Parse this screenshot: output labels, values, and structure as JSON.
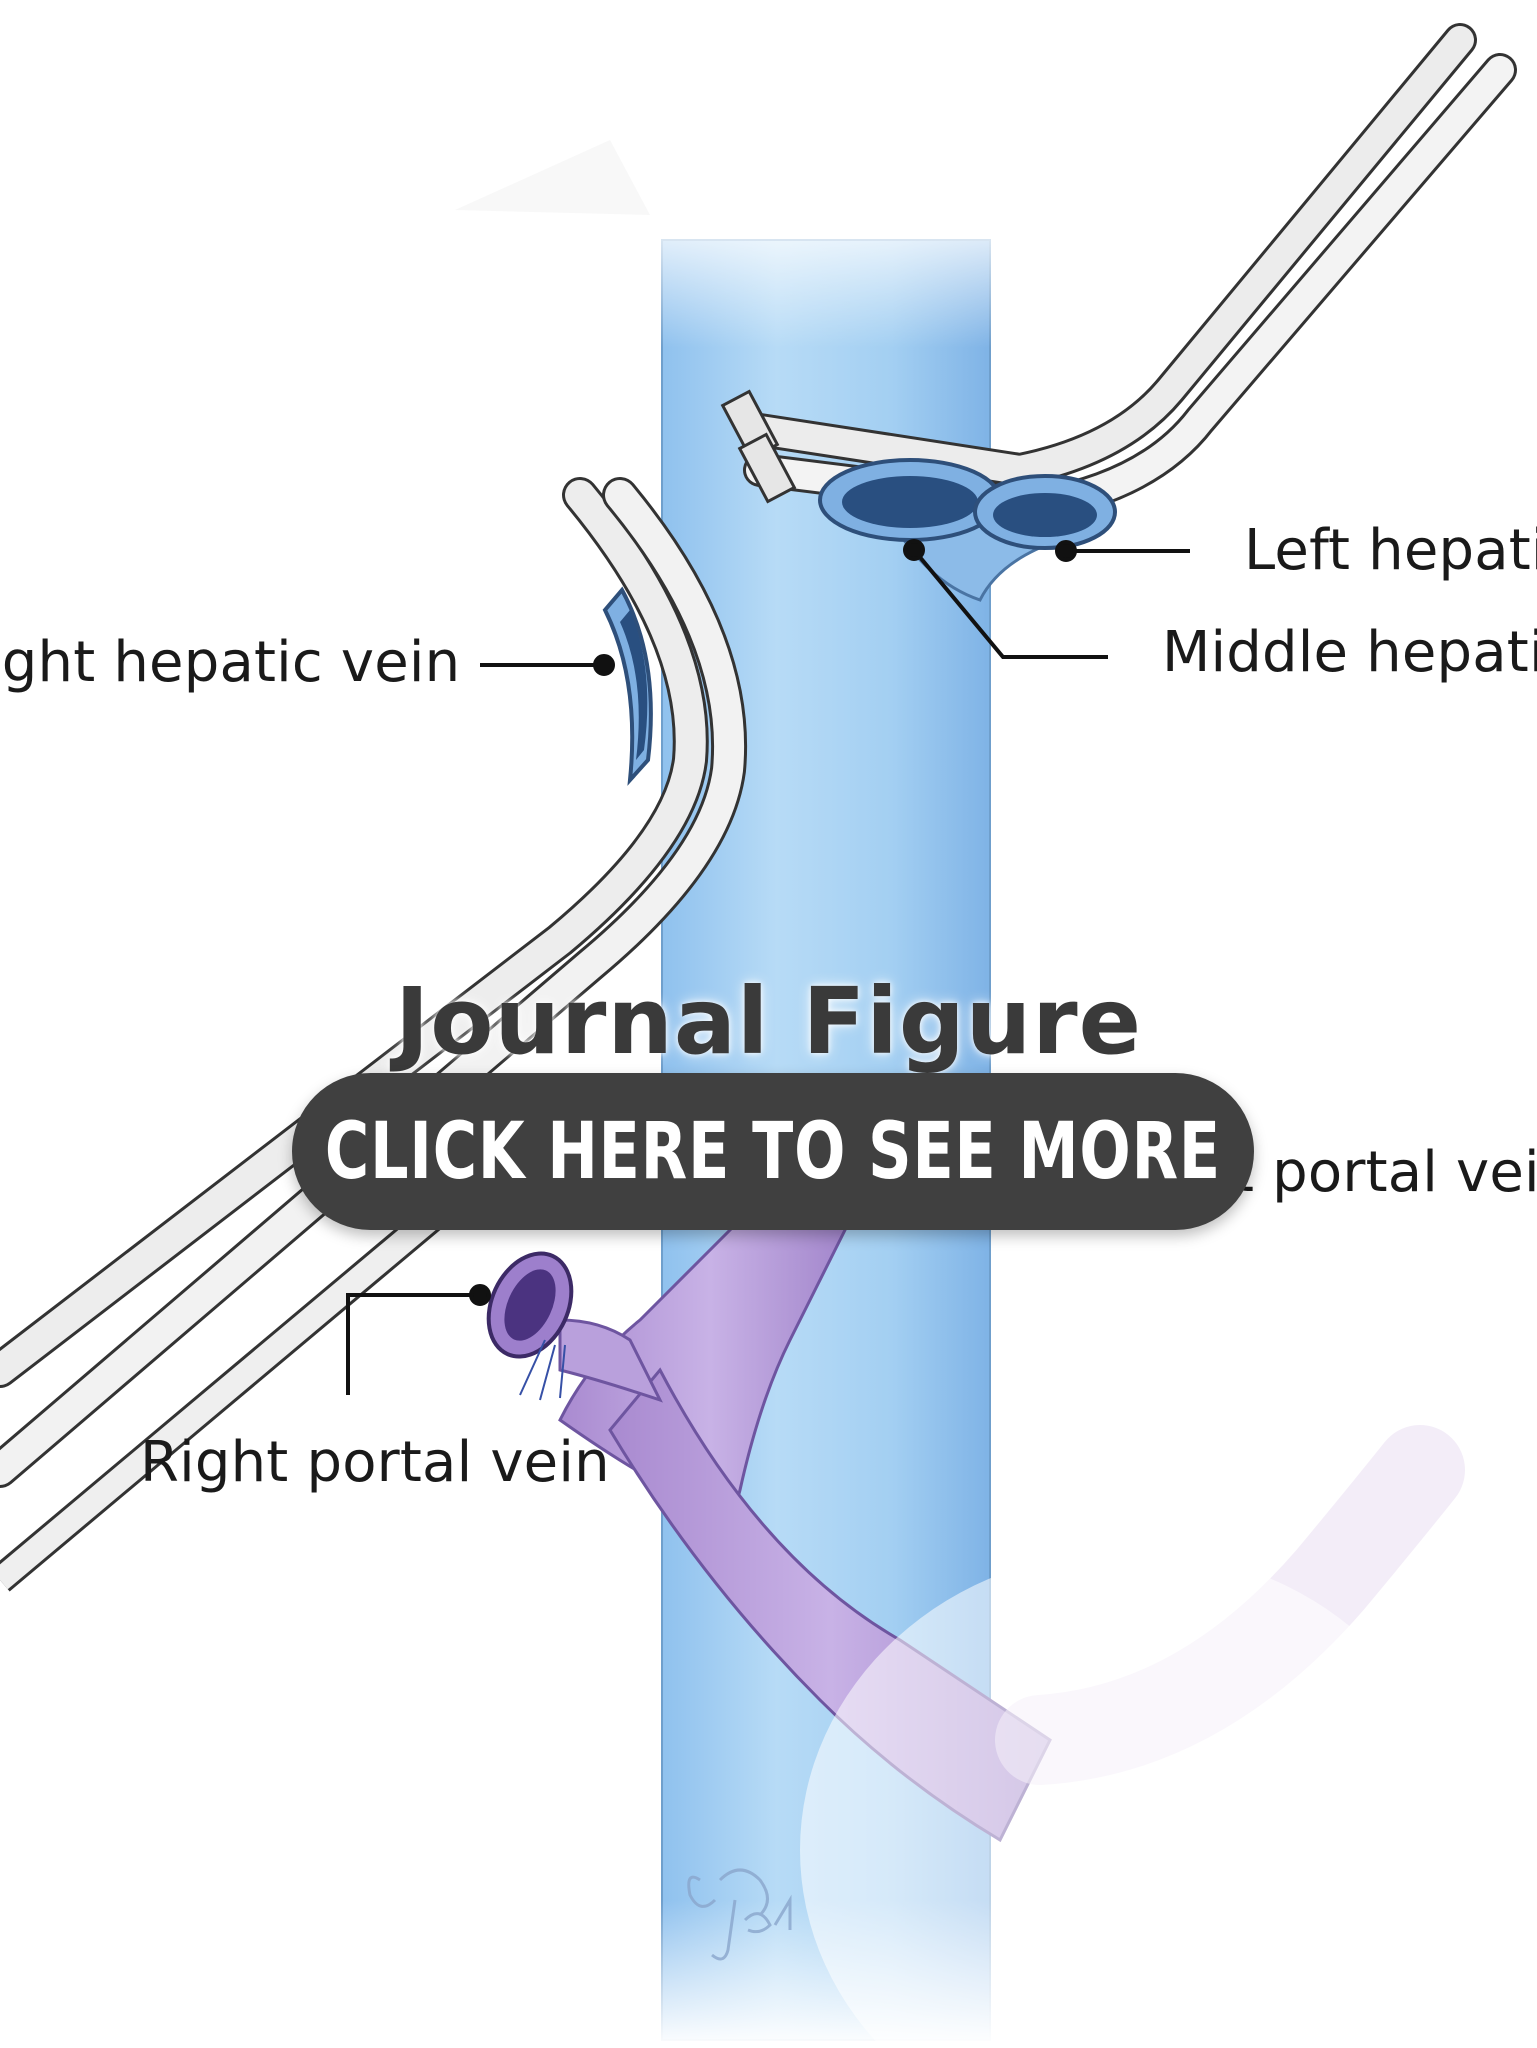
{
  "labels": {
    "left_hepatic": "Left hepatic",
    "middle_hepatic": "Middle hepatic",
    "right_hepatic": "ight hepatic vein",
    "left_portal": "t portal vein",
    "right_portal": "Right portal vein"
  },
  "overlay": {
    "title": "Journal Figure",
    "cta": "CLICK HERE TO SEE MORE"
  },
  "colors": {
    "ivc": "#a9d2f2",
    "ivc_edge": "#6f9fcc",
    "hepatic_stump": "#7fb0e2",
    "portal": "#b59ad8",
    "clamp": "#eeeeee",
    "cta_bg": "#404040"
  },
  "icons": {
    "signature": "artist-signature-logo"
  }
}
